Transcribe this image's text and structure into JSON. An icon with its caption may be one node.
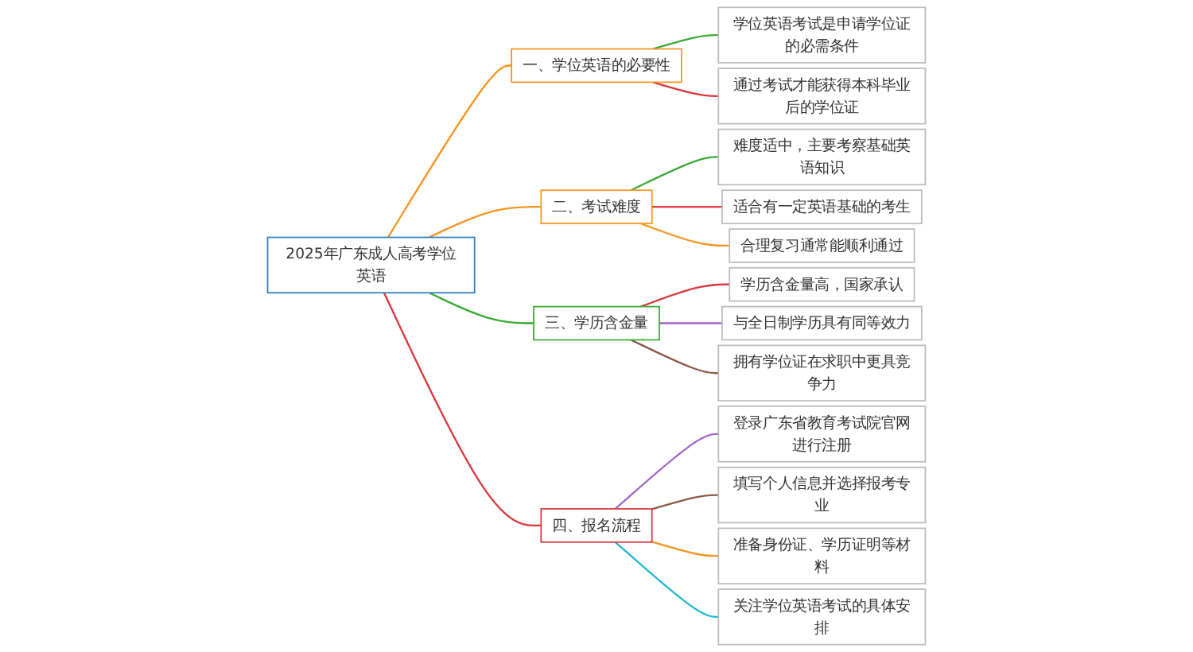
{
  "diagram": {
    "nodes": [
      {
        "text": [
          "2025年广东成人高考学位英语"
        ]
      },
      {
        "text": [
          "一、学位英语的必要性"
        ]
      },
      {
        "text": [
          "学位英语考试是申请学位证的必需条件"
        ]
      },
      {
        "text": [
          "通过考试才能获得本科毕业后的学位证"
        ]
      },
      {
        "text": [
          "二、考试难度"
        ]
      },
      {
        "text": [
          "难度适中，主要考察基础英语知识"
        ]
      },
      {
        "text": [
          "适合有一定英语基础的考生"
        ]
      },
      {
        "text": [
          "合理复习通常能顺利通过"
        ]
      },
      {
        "text": [
          "三、学历含金量"
        ]
      },
      {
        "text": [
          "学历含金量高，国家承认"
        ]
      },
      {
        "text": [
          "与全日制学历具有同等效力"
        ]
      },
      {
        "text": [
          "拥有学位证在求职中更具竞争力"
        ]
      },
      {
        "text": [
          "四、报名流程"
        ]
      },
      {
        "text": [
          "登录广东省教育考试院官网进行注册"
        ]
      },
      {
        "text": [
          "填写个人信息并选择报考专业"
        ]
      },
      {
        "text": [
          "准备身份证、学历证明等材料"
        ]
      },
      {
        "text": [
          "关注学位英语考试的具体安排"
        ]
      }
    ],
    "edges": [
      {
        "from": 0,
        "to": 1,
        "arrow": "none",
        "color": "#f7931e"
      },
      {
        "from": 1,
        "to": 2,
        "arrow": "none",
        "color": "#3aaa35"
      },
      {
        "from": 1,
        "to": 3,
        "arrow": "none",
        "color": "#d9363e"
      },
      {
        "from": 0,
        "to": 4,
        "arrow": "none",
        "color": "#f7931e"
      },
      {
        "from": 4,
        "to": 5,
        "arrow": "none",
        "color": "#3aaa35"
      },
      {
        "from": 4,
        "to": 6,
        "arrow": "none",
        "color": "#d9363e"
      },
      {
        "from": 4,
        "to": 7,
        "arrow": "none",
        "color": "#f7931e"
      },
      {
        "from": 0,
        "to": 8,
        "arrow": "none",
        "color": "#3aaa35"
      },
      {
        "from": 8,
        "to": 9,
        "arrow": "none",
        "color": "#d9363e"
      },
      {
        "from": 8,
        "to": 10,
        "arrow": "none",
        "color": "#a066cc"
      },
      {
        "from": 8,
        "to": 11,
        "arrow": "none",
        "color": "#8b5a4a"
      },
      {
        "from": 0,
        "to": 12,
        "arrow": "none",
        "color": "#d9363e"
      },
      {
        "from": 12,
        "to": 13,
        "arrow": "none",
        "color": "#a066cc"
      },
      {
        "from": 12,
        "to": 14,
        "arrow": "none",
        "color": "#8b5a4a"
      },
      {
        "from": 12,
        "to": 15,
        "arrow": "none",
        "color": "#f7931e"
      },
      {
        "from": 12,
        "to": 16,
        "arrow": "none",
        "color": "#22b8cf"
      }
    ]
  }
}
